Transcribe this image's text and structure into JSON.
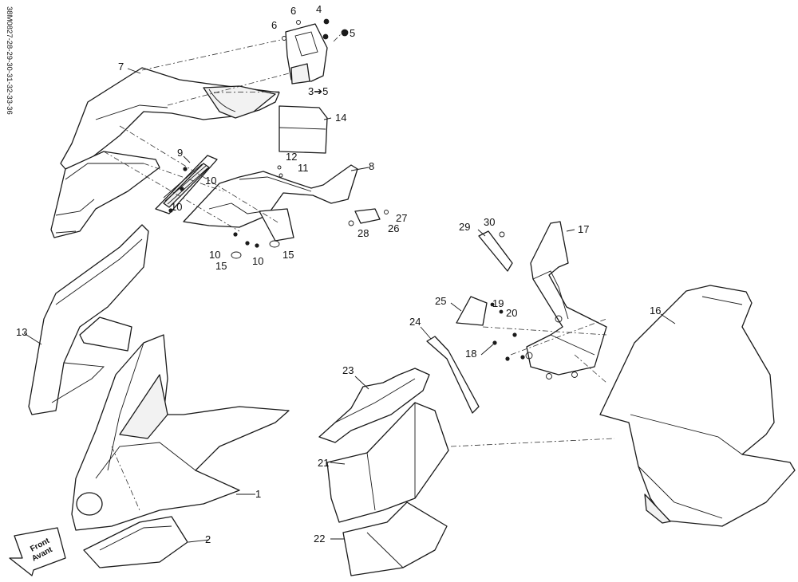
{
  "drawing_ref": "38M0827-28-29-30-31-32-33-36",
  "front_label": "Front",
  "front_label_alt": "Avant",
  "callouts": {
    "c1": "1",
    "c2": "2",
    "c3_5": "3➔5",
    "c4": "4",
    "c5": "5",
    "c6a": "6",
    "c6b": "6",
    "c7": "7",
    "c8": "8",
    "c9": "9",
    "c10a": "10",
    "c10b": "10",
    "c10c": "10",
    "c10d": "10",
    "c11": "11",
    "c12": "12",
    "c13": "13",
    "c14": "14",
    "c15a": "15",
    "c15b": "15",
    "c16": "16",
    "c17": "17",
    "c18": "18",
    "c19": "19",
    "c20": "20",
    "c21": "21",
    "c22": "22",
    "c23": "23",
    "c24": "24",
    "c25": "25",
    "c26": "26",
    "c27": "27",
    "c28": "28",
    "c29": "29",
    "c30": "30"
  }
}
